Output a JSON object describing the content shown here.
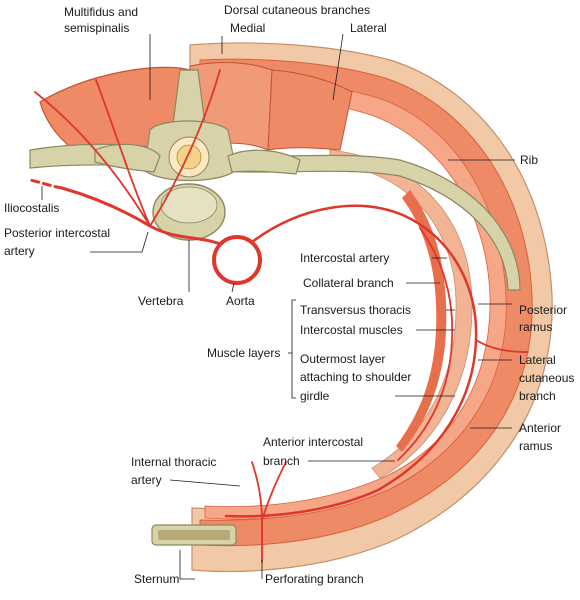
{
  "colors": {
    "skin": "#f2c9a6",
    "skin_edge": "#c58f6c",
    "muscle": "#ef8a66",
    "muscle_dark": "#d8613e",
    "bone": "#d8d2a8",
    "bone_dark": "#8d8762",
    "artery": "#e0362b",
    "cord": "#f4d28a",
    "leader": "#1a1a1a"
  },
  "labels": {
    "multifidus": [
      "Multifidus and",
      "semispinalis"
    ],
    "dorsal_cutaneous": "Dorsal  cutaneous  branches",
    "medial": "Medial",
    "lateral": "Lateral",
    "rib": "Rib",
    "iliocostalis": "Iliocostalis",
    "posterior_intercostal": [
      "Posterior intercostal",
      "artery"
    ],
    "intercostal_artery": "Intercostal artery",
    "collateral_branch": "Collateral branch",
    "vertebra": "Vertebra",
    "aorta": "Aorta",
    "transversus_thoracis": "Transversus thoracis",
    "intercostal_muscles": "Intercostal muscles",
    "muscle_layers": "Muscle layers",
    "outermost_layer": [
      "Outermost layer",
      "attaching to shoulder",
      "girdle"
    ],
    "posterior_ramus": [
      "Posterior",
      "ramus"
    ],
    "lateral_cutaneous": [
      "Lateral",
      "cutaneous",
      "branch"
    ],
    "anterior_ramus": [
      "Anterior",
      "ramus"
    ],
    "anterior_intercostal": [
      "Anterior intercostal",
      "branch"
    ],
    "internal_thoracic": [
      "Internal thoracic",
      "artery"
    ],
    "sternum": "Sternum",
    "perforating_branch": "Perforating branch"
  }
}
